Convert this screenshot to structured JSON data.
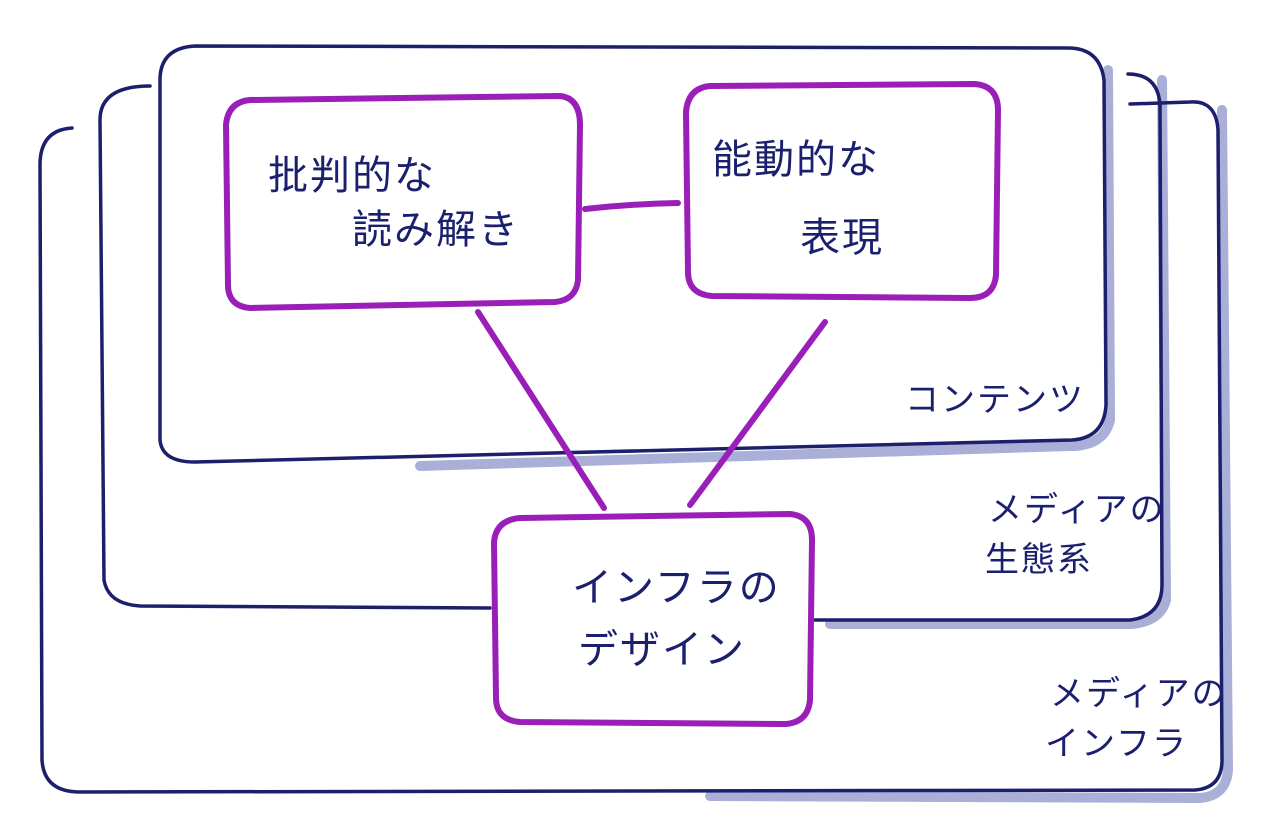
{
  "colors": {
    "layer_stroke": "#1c1f6b",
    "shadow": "#a9afd6",
    "box_stroke": "#9a1fb8",
    "text": "#1a1f6e"
  },
  "layers": {
    "content": "コンテンツ",
    "ecosystem": [
      "メディアの",
      "生態系"
    ],
    "infrastructure": [
      "メディアの",
      "インフラ"
    ]
  },
  "boxes": {
    "critical_reading": [
      "批判的な",
      "読み解き"
    ],
    "active_expression": [
      "能動的な",
      "表現"
    ],
    "infra_design": [
      "インフラの",
      "デザイン"
    ]
  }
}
